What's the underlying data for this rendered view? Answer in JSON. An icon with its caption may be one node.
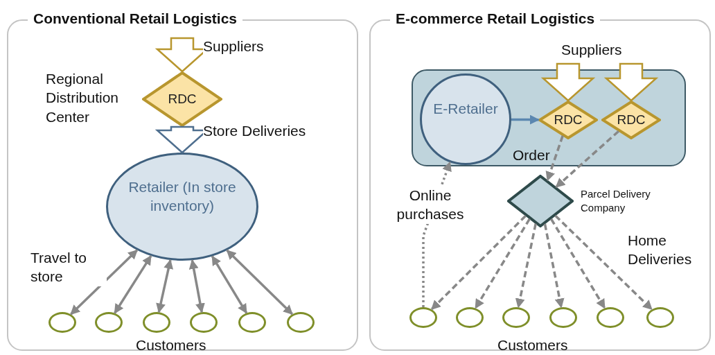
{
  "diagram": {
    "nodes": [
      {
        "text": [
          "Conventional Retail Logistics"
        ]
      },
      {
        "text": [
          "RDC"
        ],
        "in": 0,
        "beside": [
          "Regional Distribution Center"
        ]
      },
      {
        "text": [
          "Retailer (In store inventory)"
        ],
        "in": 0
      },
      {
        "text": [],
        "shape": "circle",
        "in": 0
      },
      {
        "text": [],
        "shape": "circle",
        "in": 0
      },
      {
        "text": [],
        "shape": "circle",
        "in": 0
      },
      {
        "text": [],
        "shape": "circle",
        "in": 0
      },
      {
        "text": [],
        "shape": "circle",
        "in": 0
      },
      {
        "text": [],
        "shape": "circle",
        "in": 0
      },
      {
        "text": [
          "E-commerce Retail Logistics"
        ]
      },
      {
        "text": [],
        "shape": "box",
        "in": 9
      },
      {
        "text": [
          "E-Retailer"
        ],
        "in": 10
      },
      {
        "text": [
          "RDC"
        ],
        "in": 10
      },
      {
        "text": [
          "RDC"
        ],
        "in": 10
      },
      {
        "text": [],
        "shape": "diamond",
        "in": 9,
        "beside": [
          "Parcel Delivery Company"
        ]
      },
      {
        "text": [],
        "shape": "circle",
        "in": 9
      },
      {
        "text": [],
        "shape": "circle",
        "in": 9
      },
      {
        "text": [],
        "shape": "circle",
        "in": 9
      },
      {
        "text": [],
        "shape": "circle",
        "in": 9
      },
      {
        "text": [],
        "shape": "circle",
        "in": 9
      },
      {
        "text": [],
        "shape": "circle",
        "in": 9
      }
    ],
    "edges": [
      {
        "from": null,
        "to": 1,
        "arrow": "to",
        "style": "thick",
        "color": "#b8962e",
        "label": "Suppliers"
      },
      {
        "from": 1,
        "to": 2,
        "arrow": "to",
        "style": "thick",
        "color": "#4f6f8f",
        "label": "Store Deliveries"
      },
      {
        "from": 2,
        "to": 3,
        "arrow": "both",
        "label": "Travel to store"
      },
      {
        "from": 2,
        "to": 4,
        "arrow": "both"
      },
      {
        "from": 2,
        "to": 5,
        "arrow": "both"
      },
      {
        "from": 2,
        "to": 6,
        "arrow": "both"
      },
      {
        "from": 2,
        "to": 7,
        "arrow": "both"
      },
      {
        "from": 2,
        "to": 8,
        "arrow": "both"
      },
      {
        "from": null,
        "to": 12,
        "arrow": "to",
        "style": "thick",
        "color": "#b8962e"
      },
      {
        "from": null,
        "to": 13,
        "arrow": "to",
        "style": "thick",
        "color": "#b8962e"
      },
      {
        "from": 11,
        "to": 12,
        "arrow": "to",
        "color": "#5b87b0"
      },
      {
        "from": 12,
        "to": 14,
        "arrow": "to",
        "style": "dashed"
      },
      {
        "from": 13,
        "to": 14,
        "arrow": "to",
        "style": "dashed"
      },
      {
        "from": 14,
        "to": 15,
        "arrow": "to",
        "style": "dashed"
      },
      {
        "from": 14,
        "to": 16,
        "arrow": "to",
        "style": "dashed"
      },
      {
        "from": 14,
        "to": 17,
        "arrow": "to",
        "style": "dashed"
      },
      {
        "from": 14,
        "to": 18,
        "arrow": "to",
        "style": "dashed"
      },
      {
        "from": 14,
        "to": 19,
        "arrow": "to",
        "style": "dashed"
      },
      {
        "from": 14,
        "to": 20,
        "arrow": "to",
        "style": "dashed"
      },
      {
        "from": 15,
        "to": 11,
        "arrow": "to",
        "style": "dashed",
        "label": "Online purchases"
      }
    ],
    "labels": [
      "Customers",
      "Suppliers",
      "Order",
      "Home Deliveries",
      "Customers"
    ]
  }
}
